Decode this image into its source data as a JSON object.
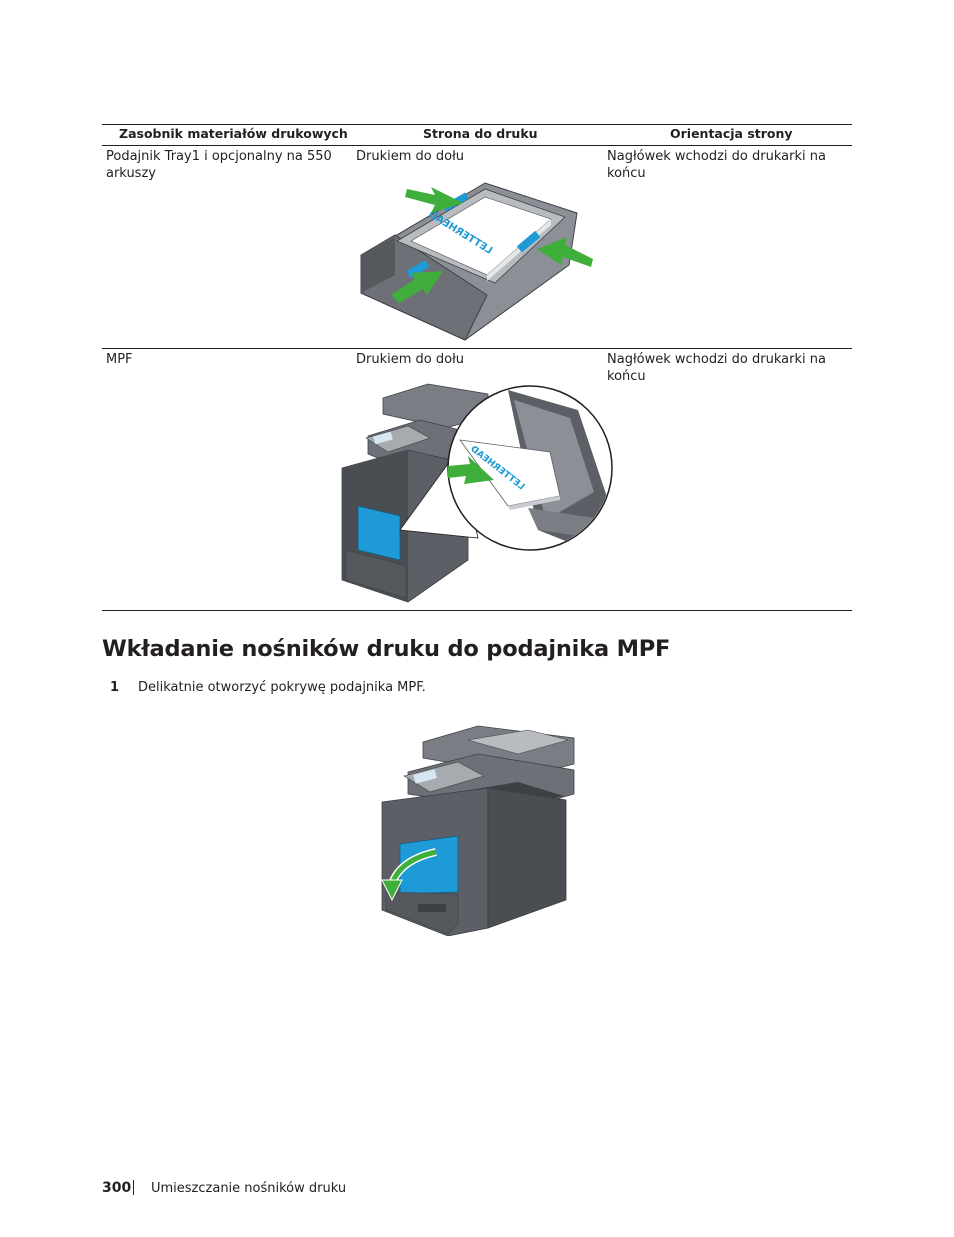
{
  "table": {
    "headers": [
      "Zasobnik materiałów drukowych",
      "Strona do druku",
      "Orientacja strony"
    ],
    "rows": [
      {
        "tray": [
          "Podajnik Tray1 i opcjonalny na 550",
          "arkuszy"
        ],
        "side": "Drukiem do dołu",
        "orientation": [
          "Nagłówek wchodzi do drukarki na",
          "końcu"
        ]
      },
      {
        "tray": [
          "MPF"
        ],
        "side": "Drukiem do dołu",
        "orientation": [
          "Nagłówek wchodzi do drukarki na",
          "końcu"
        ]
      }
    ]
  },
  "illustration_text": {
    "paper_label": "LETTERHEAD"
  },
  "section": {
    "title": "Wkładanie nośników druku do podajnika MPF",
    "step_number": "1",
    "step_text": "Delikatnie otworzyć pokrywę podajnika MPF."
  },
  "footer": {
    "page_number": "300",
    "chapter": "Umieszczanie nośników druku"
  },
  "colors": {
    "arrow_green": "#3fae3a",
    "accent_blue": "#1e9ad6",
    "printer_gray": "#5c6066",
    "printer_dark": "#3d4045",
    "text": "#231f20"
  }
}
